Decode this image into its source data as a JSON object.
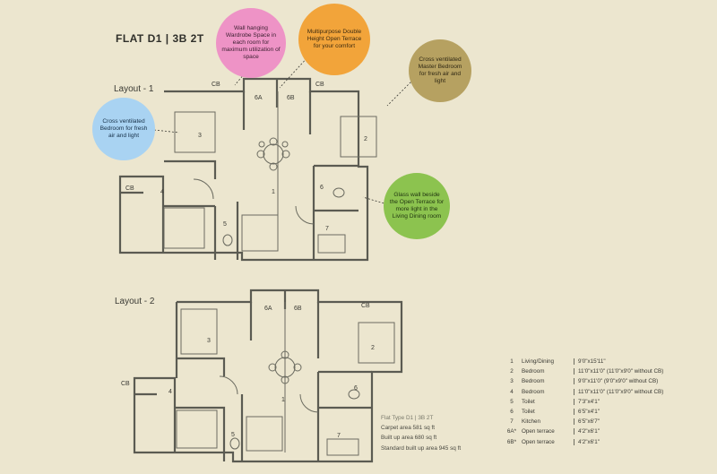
{
  "title": "FLAT D1 | 3B 2T",
  "layout1": {
    "label": "Layout - 1",
    "rooms": [
      "CB",
      "6A",
      "6B",
      "CB",
      "3",
      "2",
      "1",
      "4",
      "5",
      "6",
      "7",
      "CB"
    ]
  },
  "layout2": {
    "label": "Layout - 2",
    "rooms": [
      "6A",
      "6B",
      "CB",
      "3",
      "2",
      "1",
      "4",
      "5",
      "6",
      "7",
      "CB"
    ]
  },
  "callouts": {
    "wardrobe": "Wall hanging Wardrobe Space in each room for maximum utilization of space",
    "terrace": "Multipurpose Double Height Open Terrace for your comfort",
    "master": "Cross ventilated Master Bedroom for fresh air and light",
    "bedroom": "Cross ventilated Bedroom for fresh air and light",
    "glass": "Glass wall beside the Open Terrace for more light in the Living Dining room"
  },
  "spec": {
    "type": "Flat Type D1 | 3B 2T",
    "carpet": "Carpet area 581 sq ft",
    "builtup": "Built up area 680 sq ft",
    "standard": "Standard built up area 945 sq ft"
  },
  "legend": [
    {
      "num": "1",
      "room": "Living/Dining",
      "size": "9'0\"x15'11\""
    },
    {
      "num": "2",
      "room": "Bedroom",
      "size": "11'0\"x11'0\" (11'0\"x9'0\" without CB)"
    },
    {
      "num": "3",
      "room": "Bedroom",
      "size": "9'0\"x11'0\" (9'0\"x9'0\" without CB)"
    },
    {
      "num": "4",
      "room": "Bedroom",
      "size": "11'0\"x11'0\" (11'0\"x9'0\" without CB)"
    },
    {
      "num": "5",
      "room": "Toilet",
      "size": "7'3\"x4'1\""
    },
    {
      "num": "6",
      "room": "Toilet",
      "size": "6'5\"x4'1\""
    },
    {
      "num": "7",
      "room": "Kitchen",
      "size": "6'5\"x6'7\""
    },
    {
      "num": "6A*",
      "room": "Open terrace",
      "size": "4'2\"x6'1\""
    },
    {
      "num": "6B*",
      "room": "Open terrace",
      "size": "4'2\"x6'1\""
    }
  ],
  "colors": {
    "background": "#ece6cf",
    "wall": "#5b5b52",
    "wardrobe_callout": "#ee93c6",
    "terrace_callout": "#f2a43a",
    "master_callout": "#b6a161",
    "bedroom_callout": "#a9d3f2",
    "glass_callout": "#8cc34f"
  }
}
